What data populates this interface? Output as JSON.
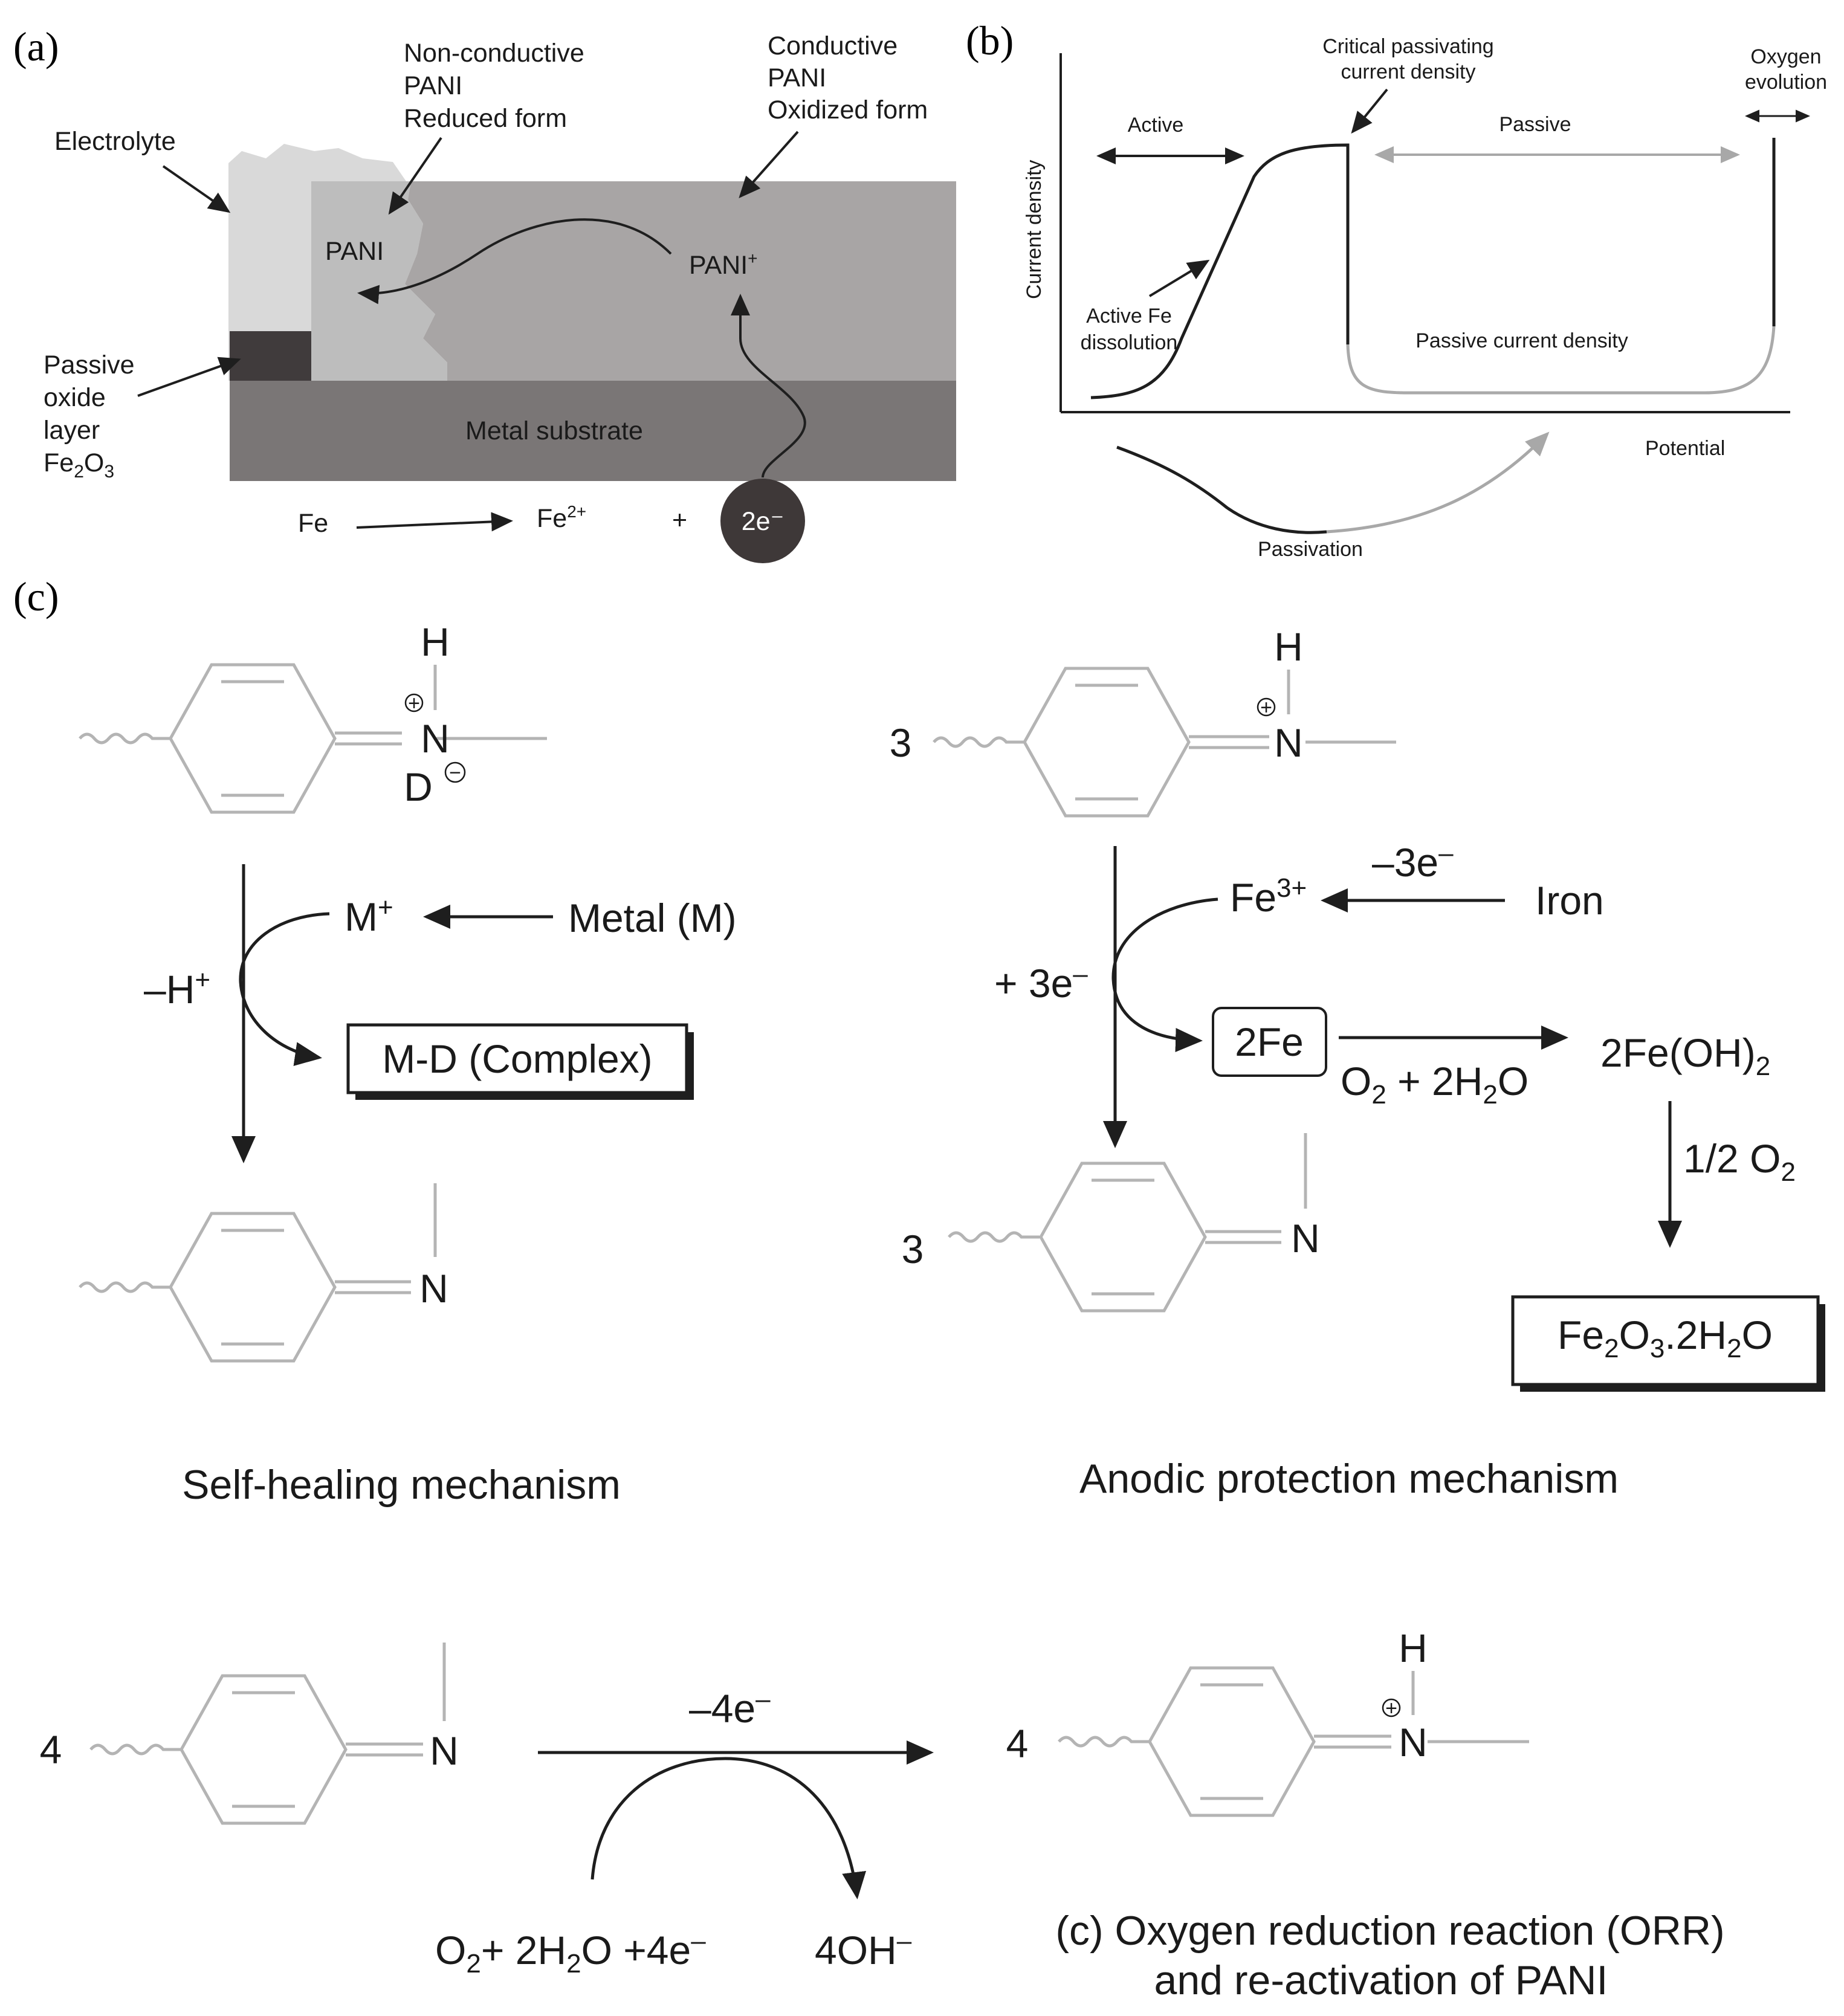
{
  "panel_a": {
    "label": "(a)",
    "electrolyte": "Electrolyte",
    "nonconductive": [
      "Non-conductive",
      "PANI",
      "Reduced form"
    ],
    "conductive": [
      "Conductive",
      "PANI",
      "Oxidized form"
    ],
    "pani": "PANI",
    "pani_plus": "PANI",
    "pani_plus_sup": "+",
    "passive_layer": [
      "Passive",
      "oxide",
      "layer",
      "Fe"
    ],
    "passive_sub2": "2",
    "passive_o": "O",
    "passive_sub3": "3",
    "metal_substrate": "Metal substrate",
    "fe": "Fe",
    "fe2": "Fe",
    "fe2_sup": "2+",
    "plus": "+",
    "electrons": "2e⁻",
    "colors": {
      "electrolyte": "#d9d9d9",
      "reduced": "#bdbdbd",
      "oxidized": "#a8a5a5",
      "substrate": "#7a7676",
      "oxide": "#403b3c",
      "electron": "#3e3838"
    }
  },
  "panel_b": {
    "label": "(b)",
    "critical": [
      "Critical passivating",
      "current density"
    ],
    "oxygen": [
      "Oxygen",
      "evolution"
    ],
    "active": "Active",
    "passive": "Passive",
    "ylabel": "Current density",
    "active_fe": [
      "Active Fe",
      "dissolution"
    ],
    "passive_current": "Passive current density",
    "xlabel": "Potential",
    "passivation": "Passivation"
  },
  "panel_c": {
    "label": "(c)",
    "sh": {
      "h": "H",
      "plus": "+",
      "n": "N",
      "d": "D",
      "minus": "−",
      "mplus": "M",
      "mplus_sup": "+",
      "metal": "Metal (M)",
      "hplus": "–H",
      "hplus_sup": "+",
      "complex": "M-D (Complex)",
      "n2": "N",
      "title": "Self-healing mechanism"
    },
    "ap": {
      "h": "H",
      "plus": "+",
      "n": "N",
      "coef_top": "3",
      "minus3e": "–3e",
      "minus3e_sup": "–",
      "fe3": "Fe",
      "fe3_sup": "3+",
      "iron": "Iron",
      "plus3e": "+ 3e",
      "plus3e_sup": "–",
      "fe2box": "2Fe",
      "o2": "O",
      "o2_sub": "2",
      "o2_rest": " + 2H",
      "o2_sub2": "2",
      "o2_end": "O",
      "feoh": "2Fe(OH)",
      "feoh_sub": "2",
      "half_o2": "1/2 O",
      "half_o2_sub": "2",
      "coef_bottom": "3",
      "n2": "N",
      "product": "Fe",
      "product_sub": "2",
      "product_mid": "O",
      "product_sub2": "3",
      "product_rest": ".2H",
      "product_sub3": "2",
      "product_end": "O",
      "title": "Anodic protection mechanism"
    },
    "orr": {
      "coef_left": "4",
      "n_left": "N",
      "minus4e": "–4e",
      "minus4e_sup": "–",
      "coef_right": "4",
      "h": "H",
      "plus": "+",
      "n_right": "N",
      "reactant": "O",
      "reactant_sub": "2",
      "reactant_mid": "+ 2H",
      "reactant_sub2": "2",
      "reactant_end": "O +4e",
      "reactant_sup": "–",
      "oh": "4OH",
      "oh_sup": "–",
      "title1": "(c) Oxygen reduction reaction (ORR)",
      "title2": "and re-activation of PANI"
    }
  }
}
